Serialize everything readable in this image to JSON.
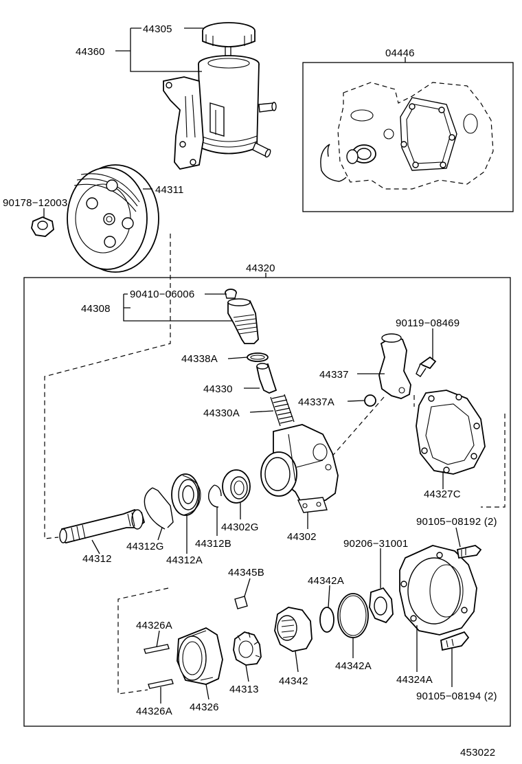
{
  "diagram_id": "453022",
  "labels": {
    "l44305": "44305",
    "l44360": "44360",
    "l04446": "04446",
    "l44311": "44311",
    "l90178": "90178−12003",
    "l44320": "44320",
    "l90410": "90410−06006",
    "l44308": "44308",
    "l90119": "90119−08469",
    "l44338A": "44338A",
    "l44337": "44337",
    "l44330": "44330",
    "l44337A": "44337A",
    "l44330A": "44330A",
    "l44327C": "44327C",
    "l44312G": "44312G",
    "l44312": "44312",
    "l44312A": "44312A",
    "l44312B": "44312B",
    "l44302G": "44302G",
    "l44302": "44302",
    "l90105a": "90105−08192 (2)",
    "l90206": "90206−31001",
    "l44345B": "44345B",
    "l44342A_1": "44342A",
    "l44326A_1": "44326A",
    "l44342A_2": "44342A",
    "l44324A": "44324A",
    "l44313": "44313",
    "l44342": "44342",
    "l44326": "44326",
    "l44326A_2": "44326A",
    "l90105b": "90105−08194 (2)"
  }
}
